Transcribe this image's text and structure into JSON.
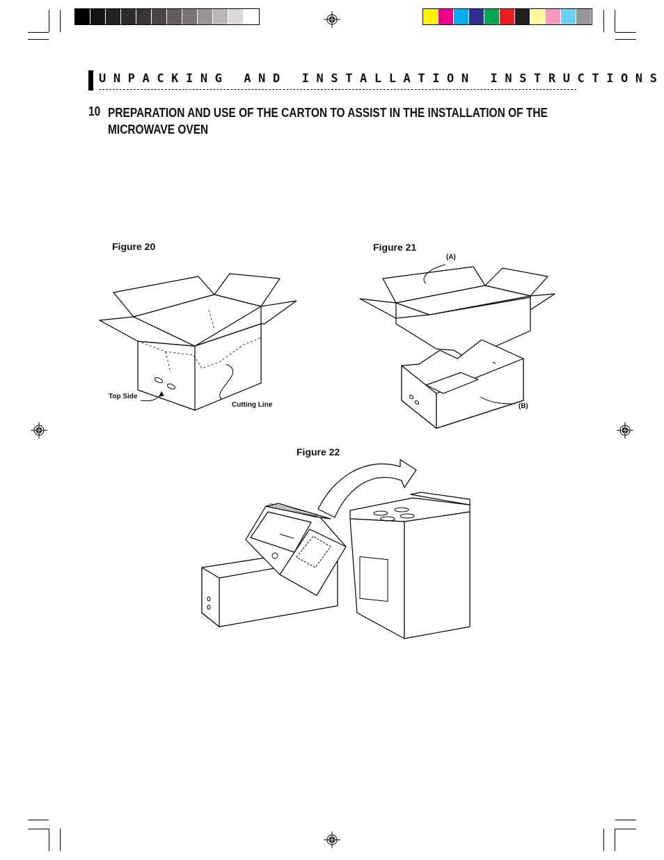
{
  "header": {
    "section_title": "UNPACKING AND INSTALLATION INSTRUCTIONS",
    "step_number": "10",
    "step_title": "PREPARATION AND USE OF THE CARTON TO ASSIST IN THE INSTALLATION OF THE MICROWAVE OVEN"
  },
  "figures": {
    "fig20": {
      "label": "Figure 20",
      "callout_top_side": "Top Side",
      "callout_cutting_line": "Cutting Line"
    },
    "fig21": {
      "label": "Figure 21",
      "callout_a": "(A)",
      "callout_b": "(B)"
    },
    "fig22": {
      "label": "Figure 22"
    }
  },
  "print_marks": {
    "gray_scale": [
      "#000000",
      "#141414",
      "#232323",
      "#2f2a2c",
      "#3b3536",
      "#4c4446",
      "#655c5e",
      "#7c7375",
      "#9a9294",
      "#bcb5b7",
      "#dcd7d8",
      "#ffffff"
    ],
    "color_bars": [
      "#fff200",
      "#ec008c",
      "#00aeef",
      "#2e3192",
      "#00a651",
      "#ed1c24",
      "#231f20",
      "#fff799",
      "#f49ac1",
      "#6dcff6",
      "#939598"
    ]
  }
}
